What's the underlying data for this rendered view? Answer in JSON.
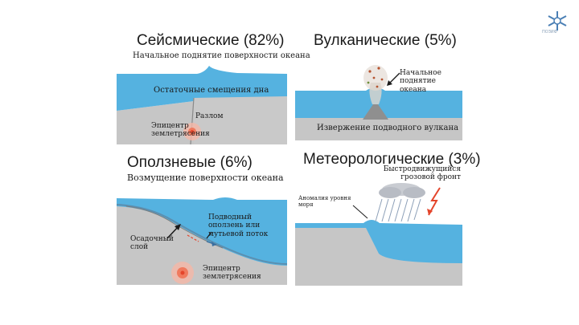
{
  "panels": {
    "seismic": {
      "title": "Сейсмические (82%)",
      "uplift_label": "Начальное поднятие поверхности океана",
      "residual_label": "Остаточные смещения дна",
      "fault_label": "Разлом",
      "epicenter_label": "Эпицентр землетрясения"
    },
    "volcanic": {
      "title": "Вулканические (5%)",
      "uplift_label": "Начальное поднятие океана",
      "eruption_label": "Извержение подводного вулкана"
    },
    "landslide": {
      "title": "Оползневые (6%)",
      "disturbance_label": "Возмущение поверхности океана",
      "landslide_label": "Подводный оползень или мутьевой поток",
      "sediment_label": "Осадочный слой",
      "epicenter_label": "Эпицентр землетрясения"
    },
    "meteorological": {
      "title": "Метеорологические (3%)",
      "front_label": "Быстродвижущийся грозовой фронт",
      "anomaly_label": "Аномалия уровня моря"
    }
  },
  "colors": {
    "water": "#55b2e0",
    "water_light": "#a9d8ef",
    "seabed": "#c6c6c6",
    "epicenter": "#e4452b"
  },
  "logo": {
    "text": "ПОЗИФ"
  }
}
